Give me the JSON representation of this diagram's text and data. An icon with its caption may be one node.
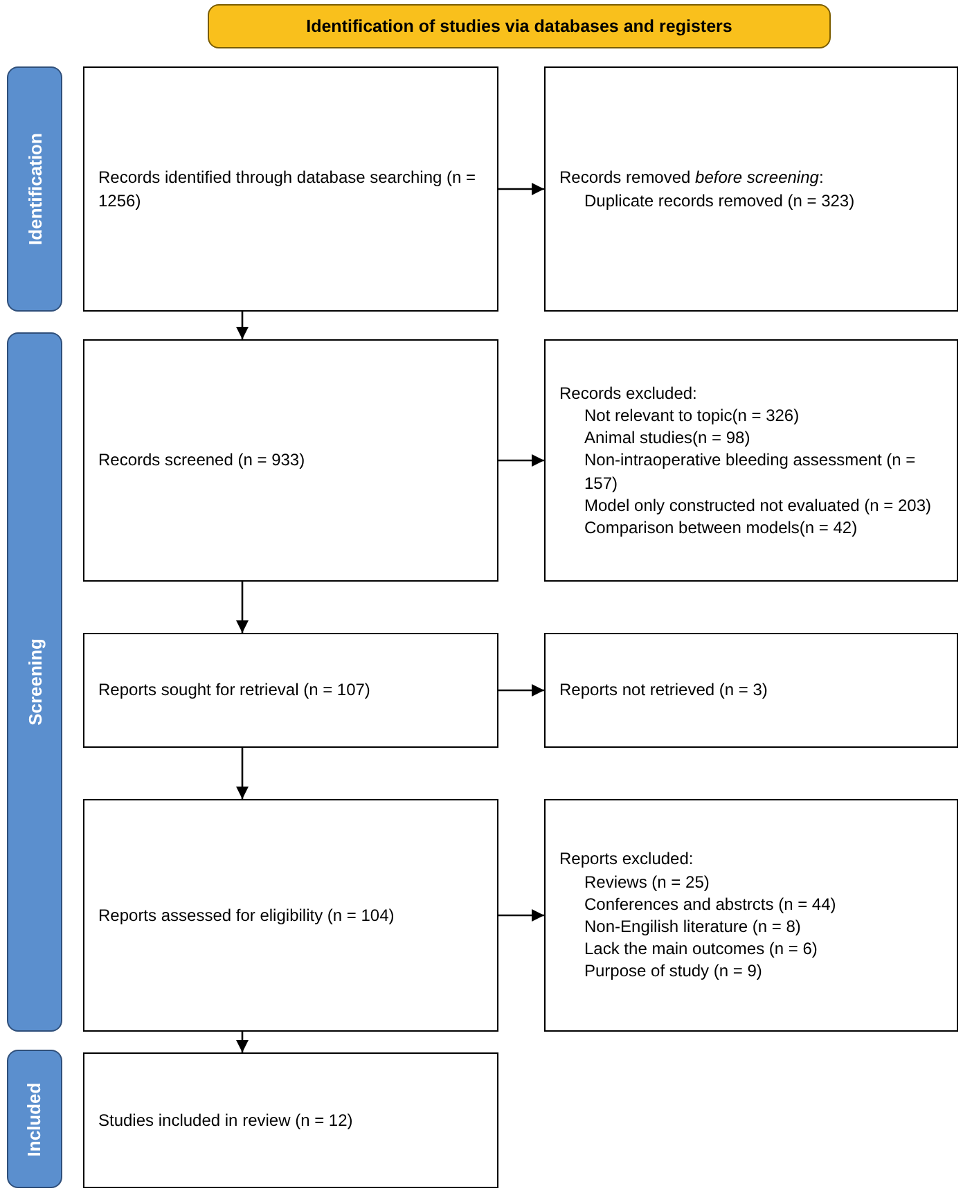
{
  "diagram": {
    "nodes": [
      {
        "text": [
          "Identification of studies via databases and registers"
        ]
      },
      {
        "text": [
          "Identification"
        ]
      },
      {
        "text": [
          "Records identified through database searching (n = 1256)"
        ]
      },
      {
        "text": [
          "Records removed *before screening*:",
          "Duplicate records removed (n = 323)"
        ]
      },
      {
        "text": [
          "Screening"
        ]
      },
      {
        "text": [
          "Records screened (n = 933)"
        ]
      },
      {
        "text": [
          "Records excluded:",
          "Not relevant to topic(n = 326)",
          "Animal studies(n = 98)",
          "Non-intraoperative bleeding assessment (n = 157)",
          "Model only constructed not evaluated (n = 203)",
          "Comparison between models(n = 42)"
        ]
      },
      {
        "text": [
          "Reports sought for retrieval (n = 107)"
        ]
      },
      {
        "text": [
          "Reports not retrieved (n = 3)"
        ]
      },
      {
        "text": [
          "Reports assessed for eligibility (n = 104)"
        ]
      },
      {
        "text": [
          "Reports excluded:",
          "Reviews (n = 25)",
          "Conferences and abstrcts (n = 44)",
          "Non-Engilish literature (n = 8)",
          "Lack the main outcomes (n = 6)",
          "Purpose of study (n = 9)"
        ]
      },
      {
        "text": [
          "Included"
        ]
      },
      {
        "text": [
          "Studies included in review (n = 12)"
        ]
      }
    ],
    "edges": [
      {
        "from": 2,
        "to": 3,
        "arrow": "to"
      },
      {
        "from": 2,
        "to": 5,
        "arrow": "to"
      },
      {
        "from": 5,
        "to": 6,
        "arrow": "to"
      },
      {
        "from": 5,
        "to": 7,
        "arrow": "to"
      },
      {
        "from": 7,
        "to": 8,
        "arrow": "to"
      },
      {
        "from": 7,
        "to": 9,
        "arrow": "to"
      },
      {
        "from": 9,
        "to": 10,
        "arrow": "to"
      },
      {
        "from": 9,
        "to": 12,
        "arrow": "to"
      }
    ]
  }
}
